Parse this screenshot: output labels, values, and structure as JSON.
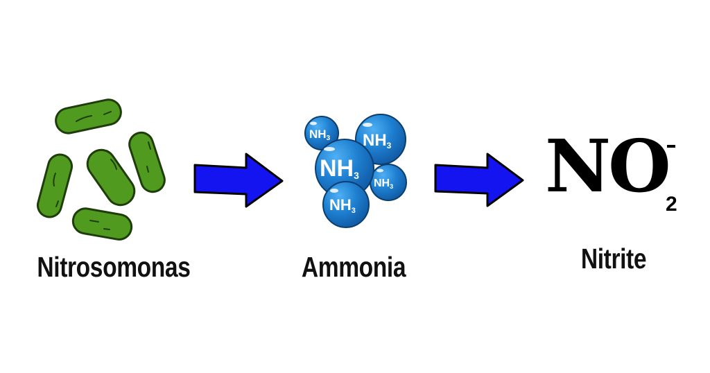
{
  "nodes": [
    {
      "id": "bacteria",
      "label": "Nitrosomonas"
    },
    {
      "id": "ammonia",
      "label": "Ammonia",
      "molecules": [
        "NH",
        "NH",
        "NH",
        "NH",
        "NH"
      ],
      "subscript": "3"
    },
    {
      "id": "nitrite",
      "label": "Nitrite",
      "formula": {
        "main": "NO",
        "subscript": "2",
        "charge": "-"
      }
    }
  ],
  "colors": {
    "bacteria_fill": "#4f9a1f",
    "bacteria_stroke": "#1f3d0b",
    "molecule_fill": "#1e7fd0",
    "molecule_stroke": "#0b3d6e",
    "arrow_fill": "#1414f0",
    "arrow_stroke": "#000000"
  }
}
